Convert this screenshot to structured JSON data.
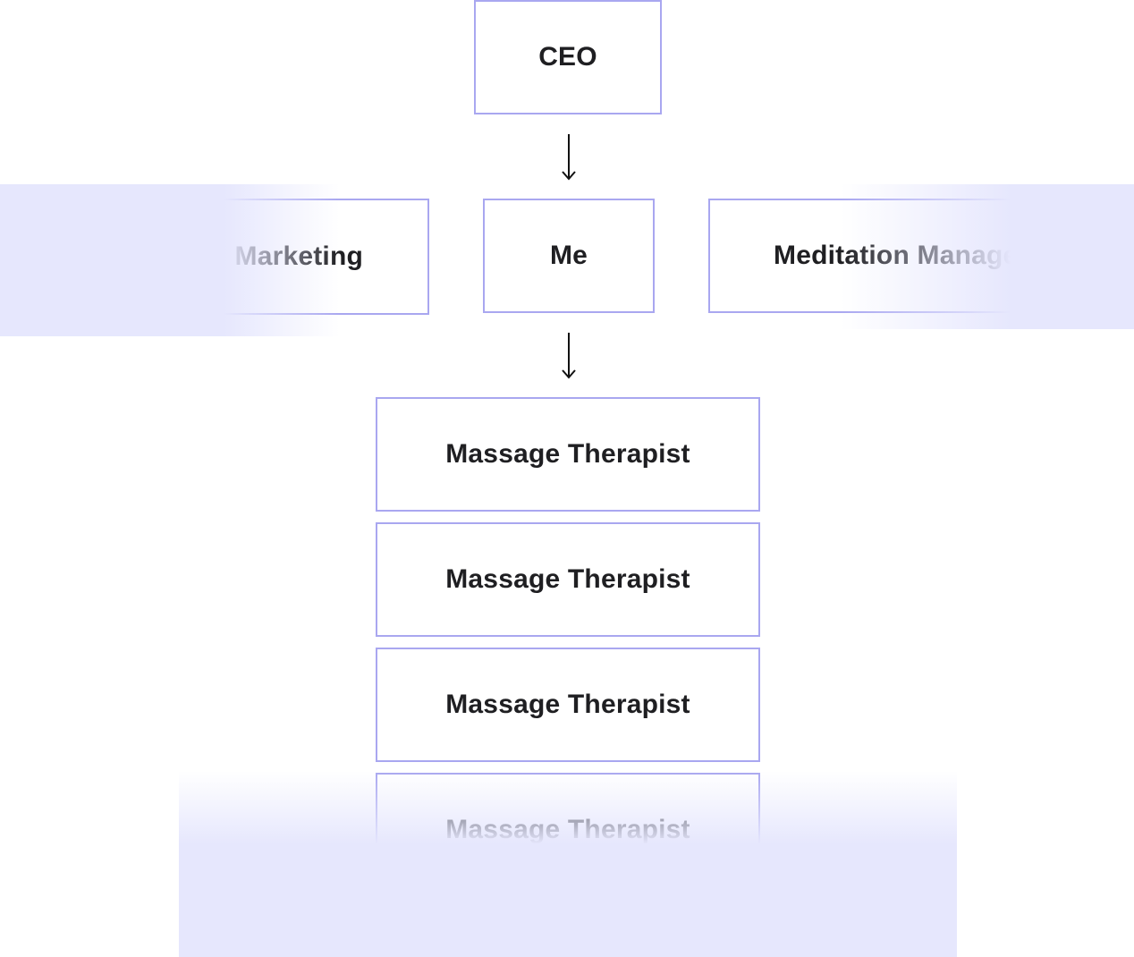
{
  "org_chart": {
    "top": {
      "label": "CEO"
    },
    "peers": [
      {
        "label": "Marketing"
      },
      {
        "label": "Me"
      },
      {
        "label": "Meditation Manager"
      }
    ],
    "reports": [
      {
        "label": "Massage Therapist"
      },
      {
        "label": "Massage Therapist"
      },
      {
        "label": "Massage Therapist"
      },
      {
        "label": "Massage Therapist"
      }
    ]
  },
  "colors": {
    "node_border": "#a9a7f0",
    "fade_band": "#e6e7fd",
    "text": "#1f1f22"
  }
}
